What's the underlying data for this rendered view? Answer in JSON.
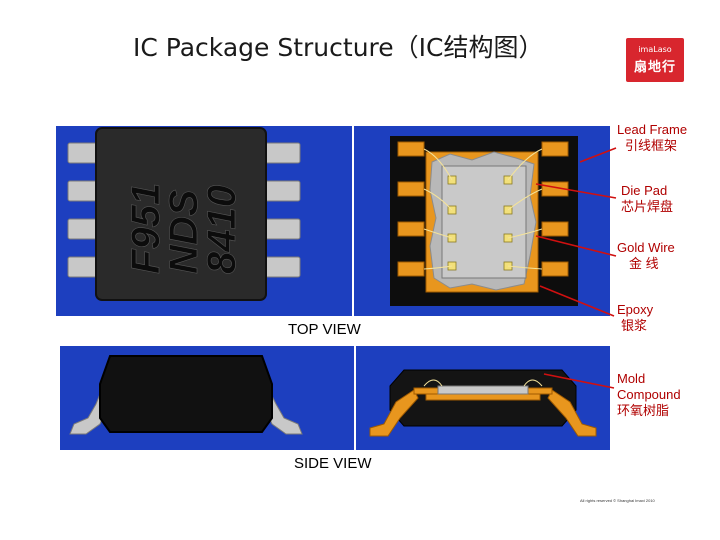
{
  "title": "IC Package Structure（IC结构图）",
  "logo": {
    "line1": "imaLaso",
    "line2": "扇地行"
  },
  "chip_marking": [
    "F951",
    "NDS",
    "8410"
  ],
  "labels": [
    {
      "en": "Lead Frame",
      "zh": "引线框架"
    },
    {
      "en": "Die Pad",
      "zh": "芯片焊盘"
    },
    {
      "en": "Gold Wire",
      "zh": "金 线"
    },
    {
      "en": "Epoxy",
      "zh": "银浆"
    },
    {
      "en": "Mold Compound",
      "zh": "环氧树脂"
    }
  ],
  "views": {
    "top": "TOP VIEW",
    "side": "SIDE VIEW"
  },
  "copyright": "All rights reserved © Shanghai Imaxi 2010",
  "colors": {
    "panel_blue": "#1d3fbf",
    "lead_orange": "#e8961e",
    "pointer_red": "#d01010",
    "label_red": "#b00000"
  }
}
